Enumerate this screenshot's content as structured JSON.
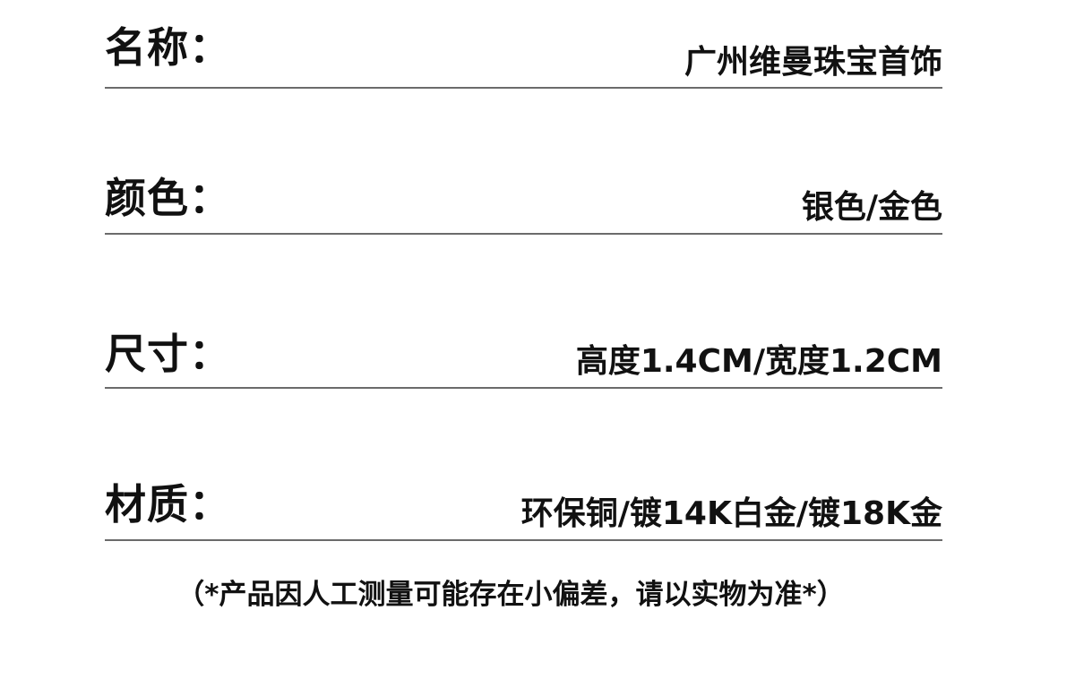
{
  "specs": {
    "name": {
      "label": "名称：",
      "value": "广州维曼珠宝首饰"
    },
    "color": {
      "label": "颜色：",
      "value": "银色/金色"
    },
    "size": {
      "label": "尺寸：",
      "value": "高度1.4CM/宽度1.2CM"
    },
    "material": {
      "label": "材质：",
      "value": "环保铜/镀14K白金/镀18K金"
    }
  },
  "disclaimer": "（*产品因人工测量可能存在小偏差，请以实物为准*）"
}
